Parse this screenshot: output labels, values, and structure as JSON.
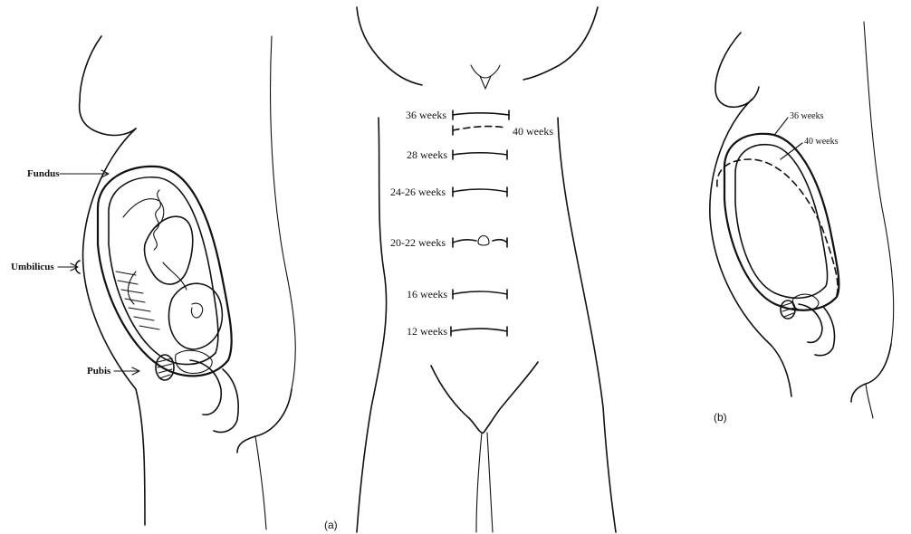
{
  "panel_a": {
    "left_labels": {
      "fundus": "Fundus",
      "umbilicus": "Umbilicus",
      "pubis": "Pubis"
    },
    "fundal_heights": [
      "36 weeks",
      "40 weeks",
      "28 weeks",
      "24-26 weeks",
      "20-22 weeks",
      "16 weeks",
      "12 weeks"
    ],
    "caption": "(a)"
  },
  "panel_b": {
    "labels": {
      "week36": "36 weeks",
      "week40": "40 weeks"
    },
    "caption": "(b)"
  }
}
